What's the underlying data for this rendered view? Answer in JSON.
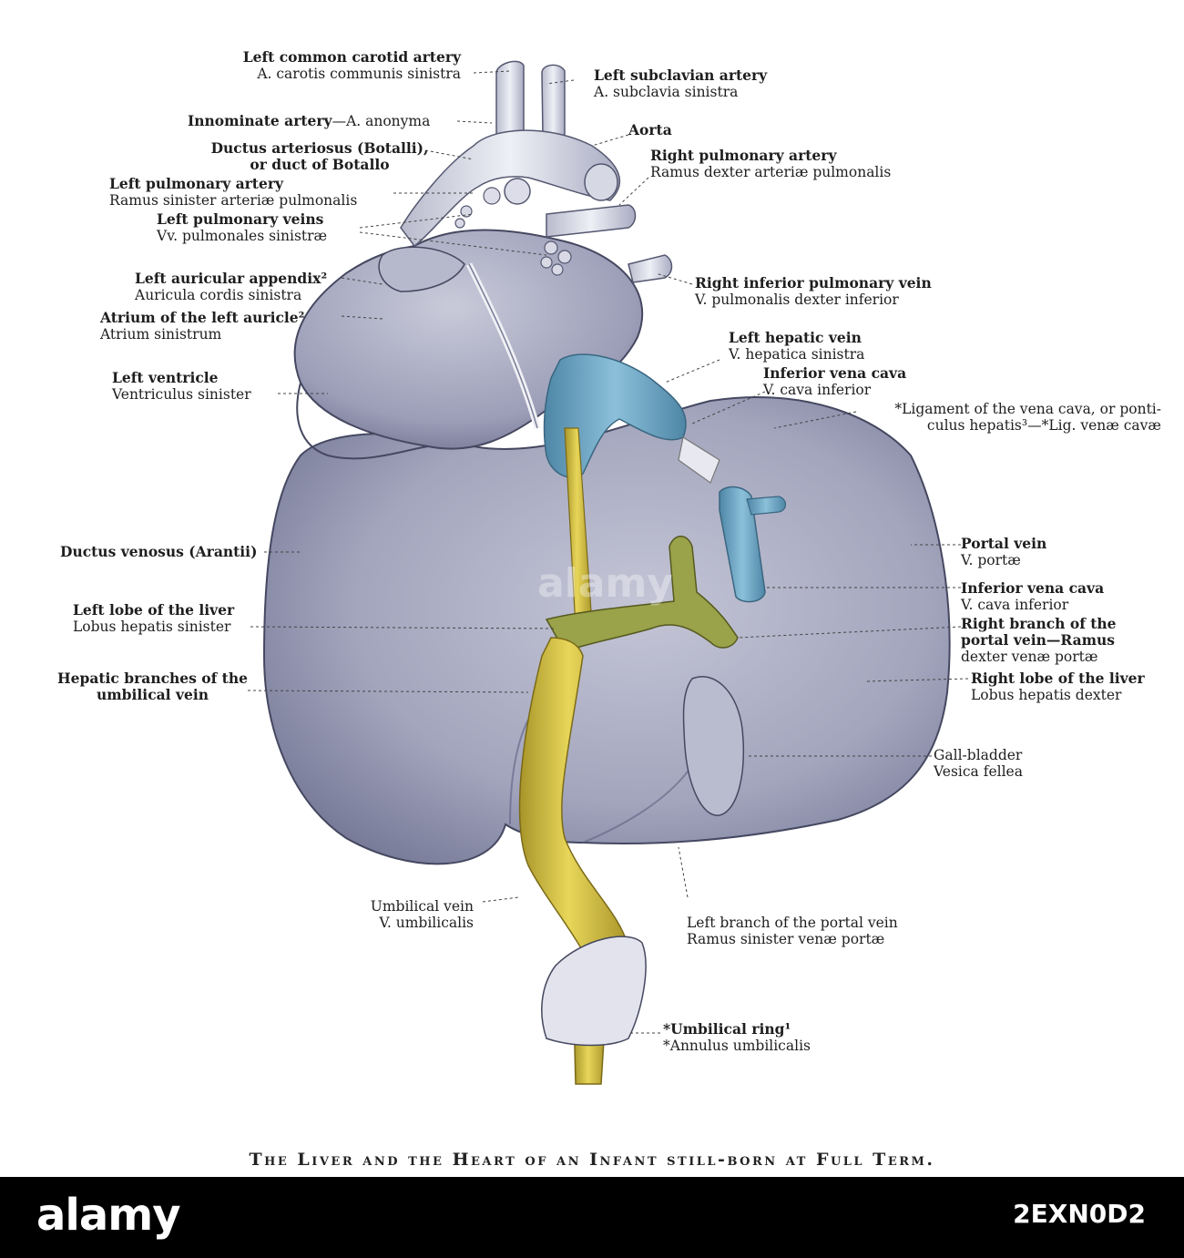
{
  "figure": {
    "caption": "The Liver and the Heart of an Infant still-born at Full Term.",
    "labels": {
      "left_common_carotid": {
        "en": "Left common carotid artery",
        "la": "A. carotis communis sinistra"
      },
      "left_subclavian": {
        "en": "Left subclavian artery",
        "la": "A. subclavia sinistra"
      },
      "innominate": {
        "en": "Innominate artery",
        "la": "—A. anonyma"
      },
      "aorta": {
        "en": "Aorta"
      },
      "ductus_arteriosus": {
        "en": "Ductus arteriosus (Botalli),",
        "la": "or duct of Botallo"
      },
      "right_pulmonary_artery": {
        "en": "Right pulmonary artery",
        "la": "Ramus dexter arteriæ pulmonalis"
      },
      "left_pulmonary_artery": {
        "en": "Left pulmonary artery",
        "la": "Ramus sinister arteriæ pulmonalis"
      },
      "left_pulmonary_veins": {
        "en": "Left pulmonary veins",
        "la": "Vv. pulmonales sinistræ"
      },
      "left_auricular_appendix": {
        "en": "Left auricular appendix²",
        "la": "Auricula cordis sinistra"
      },
      "right_inferior_pulmonary_vein": {
        "en": "Right inferior pulmonary vein",
        "la": "V. pulmonalis dexter inferior"
      },
      "atrium_left_auricle": {
        "en": "Atrium of the left auricle²",
        "la": "Atrium sinistrum"
      },
      "left_hepatic_vein": {
        "en": "Left hepatic vein",
        "la": "V. hepatica sinistra"
      },
      "left_ventricle": {
        "en": "Left ventricle",
        "la": "Ventriculus sinister"
      },
      "inferior_vena_cava_top": {
        "en": "Inferior vena cava",
        "la": "V. cava inferior"
      },
      "ligament_vena_cava": {
        "en": "*Ligament of the vena cava, or ponti-",
        "la": "culus hepatis³—*Lig. venæ cavæ"
      },
      "ductus_venosus": {
        "en": "Ductus venosus (Arantii)"
      },
      "portal_vein": {
        "en": "Portal vein",
        "la": "V. portæ"
      },
      "left_lobe_liver": {
        "en": "Left lobe of the liver",
        "la": "Lobus hepatis sinister"
      },
      "inferior_vena_cava_mid": {
        "en": "Inferior vena cava",
        "la": "V. cava inferior"
      },
      "right_branch_portal": {
        "en": "Right branch of the",
        "la": "portal vein—Ramus",
        "la2": "dexter venæ portæ"
      },
      "hepatic_branches_umbilical": {
        "en": "Hepatic branches of the",
        "la": "umbilical vein"
      },
      "right_lobe_liver": {
        "en": "Right lobe of the liver",
        "la": "Lobus hepatis dexter"
      },
      "gall_bladder": {
        "en": "Gall-bladder",
        "la": "Vesica fellea"
      },
      "umbilical_vein": {
        "en": "Umbilical vein",
        "la": "V. umbilicalis"
      },
      "left_branch_portal": {
        "en": "Left branch of the portal vein",
        "la": "Ramus sinister venæ portæ"
      },
      "umbilical_ring": {
        "en": "*Umbilical ring¹",
        "la": "*Annulus umbilicalis"
      }
    },
    "colors": {
      "organ": "#a9abc2",
      "organ_dark": "#6e7190",
      "vena_cava": "#7aaec8",
      "umbilical": "#d8c44a",
      "background": "#ffffff"
    }
  },
  "stock": {
    "logo": "alamy",
    "image_id": "2EXN0D2",
    "watermark": "alamy"
  }
}
